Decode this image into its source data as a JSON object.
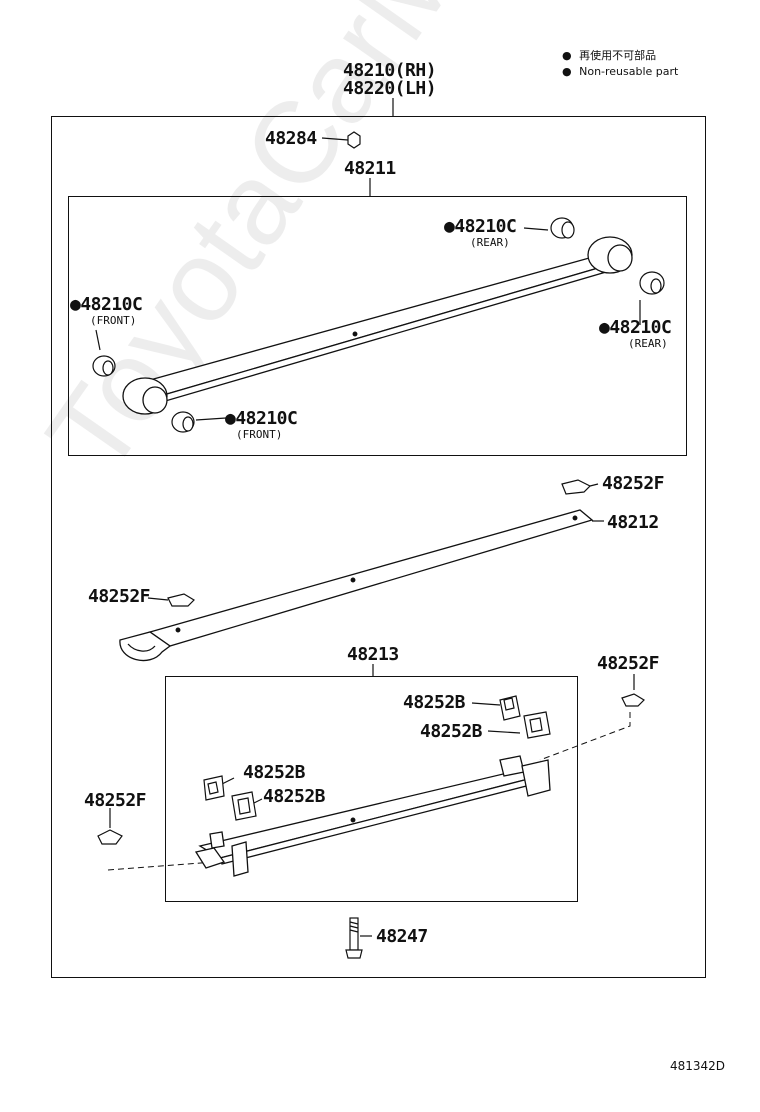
{
  "legend": {
    "dot": "●",
    "jp": "再使用不可部品",
    "en": "Non-reusable part"
  },
  "assembly": {
    "rh": "48210(RH)",
    "lh": "48220(LH)"
  },
  "parts": {
    "p48284": "48284",
    "p48211": "48211",
    "bush_rear_top": "●48210C",
    "bush_rear_top_sub": "(REAR)",
    "bush_front_left": "●48210C",
    "bush_front_left_sub": "(FRONT)",
    "bush_rear_right": "●48210C",
    "bush_rear_right_sub": "(REAR)",
    "bush_front_bottom": "●48210C",
    "bush_front_bottom_sub": "(FRONT)",
    "p48252F_top": "48252F",
    "p48212": "48212",
    "p48252F_left": "48252F",
    "p48213": "48213",
    "p48252F_right": "48252F",
    "p48252B_a": "48252B",
    "p48252B_b": "48252B",
    "p48252B_c": "48252B",
    "p48252B_d": "48252B",
    "p48252F_lower_left": "48252F",
    "p48247": "48247"
  },
  "diagram_code": "481342D",
  "watermark": "ToyotaCarMine.ru"
}
